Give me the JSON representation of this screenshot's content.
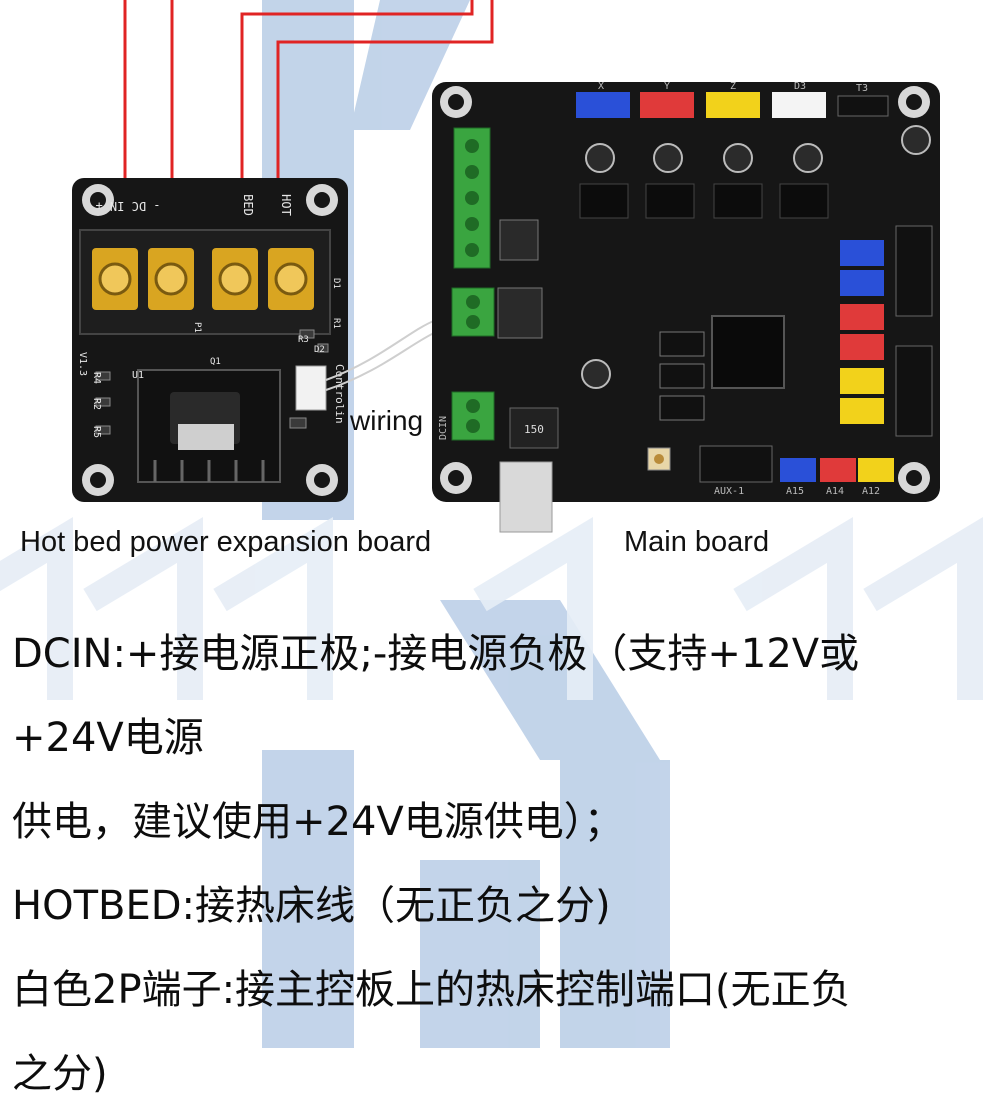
{
  "colors": {
    "watermark": "#b8cde6",
    "board_black": "#161616",
    "wire_red": "#e02424",
    "terminal_green": "#3aa540",
    "gold": "#d9a521"
  },
  "figure": {
    "wiring_label": "wiring",
    "caption_left": "Hot bed power expansion board",
    "caption_right": "Main board",
    "power_board": {
      "silk_dcin": "- DC IN +",
      "silk_bed": "BED",
      "silk_hot": "HOT",
      "silk_version": "V1.3",
      "silk_u1": "U1",
      "silk_q1": "Q1",
      "silk_r4": "R4",
      "silk_r2": "R2",
      "silk_r5": "R5",
      "silk_p1": "P1",
      "silk_r3": "R3",
      "silk_d2": "D2",
      "silk_d1": "D1",
      "silk_r1": "R1",
      "silk_controlin": "Controlin"
    },
    "main_board": {
      "conn_x": "X",
      "conn_y": "Y",
      "conn_z": "Z",
      "conn_d3": "D3",
      "conn_t3": "T3",
      "inductor": "150",
      "aux": "AUX-1",
      "a15": "A15",
      "a14": "A14",
      "a12": "A12",
      "dcin": "DCIN"
    }
  },
  "text_lines": [
    "DCIN:+接电源正极;-接电源负极（支持+12V或",
    "+24V电源",
    "供电，建议使用+24V电源供电）；",
    "HOTBED:接热床线（无正负之分)",
    "白色2P端子:接主控板上的热床控制端口(无正负",
    "之分)"
  ]
}
